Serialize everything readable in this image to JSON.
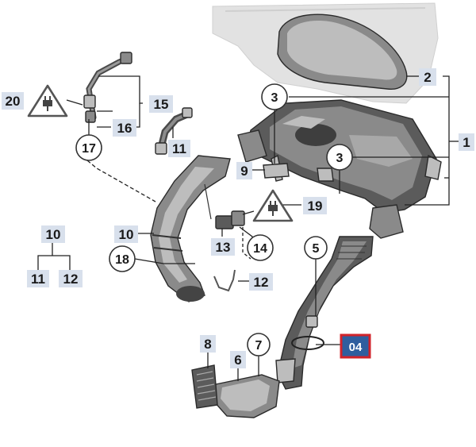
{
  "callouts": {
    "c1": "1",
    "c2": "2",
    "c3a": "3",
    "c3b": "3",
    "c4": "04",
    "c5": "5",
    "c6": "6",
    "c7": "7",
    "c8": "8",
    "c9": "9",
    "c10a": "10",
    "c10b": "10",
    "c11a": "11",
    "c11b": "11",
    "c12a": "12",
    "c12b": "12",
    "c13": "13",
    "c14": "14",
    "c15": "15",
    "c16": "16",
    "c17": "17",
    "c18": "18",
    "c19": "19",
    "c20": "20"
  },
  "colors": {
    "label_box": "#d8e0ec",
    "highlight_fill": "#2f5e9e",
    "highlight_border": "#d1232a",
    "part_dark": "#5b5b5b",
    "part_light": "#bdbdbd"
  },
  "icons": {
    "connector_warning": "triangle-plug-icon"
  }
}
